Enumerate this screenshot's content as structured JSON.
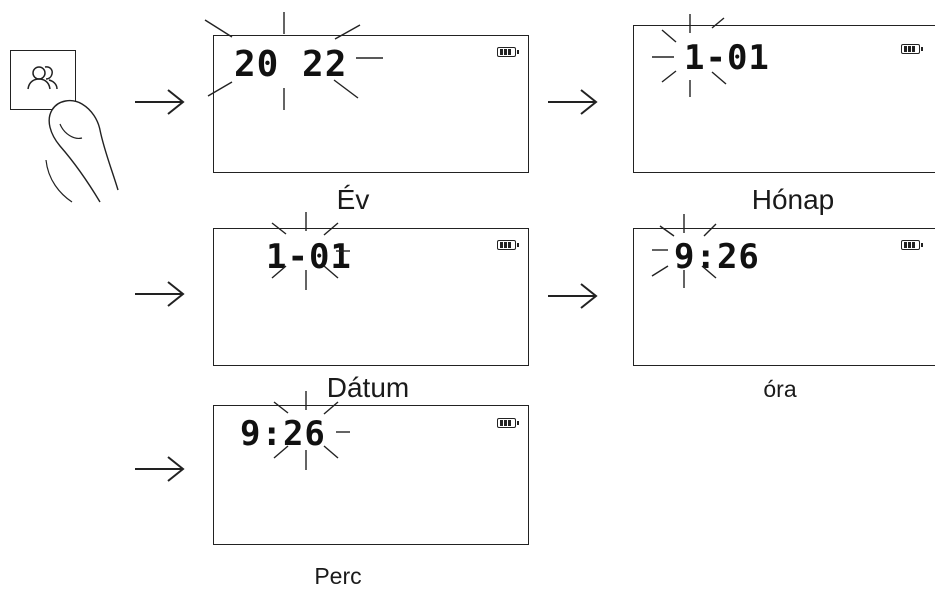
{
  "steps": [
    {
      "caption": "Év",
      "display": "20 22"
    },
    {
      "caption": "Hónap",
      "display": "1-01"
    },
    {
      "caption": "Dátum",
      "display": "1-01"
    },
    {
      "caption": "óra",
      "display": "9:26"
    },
    {
      "caption": "Perc",
      "display": "9:26"
    }
  ]
}
